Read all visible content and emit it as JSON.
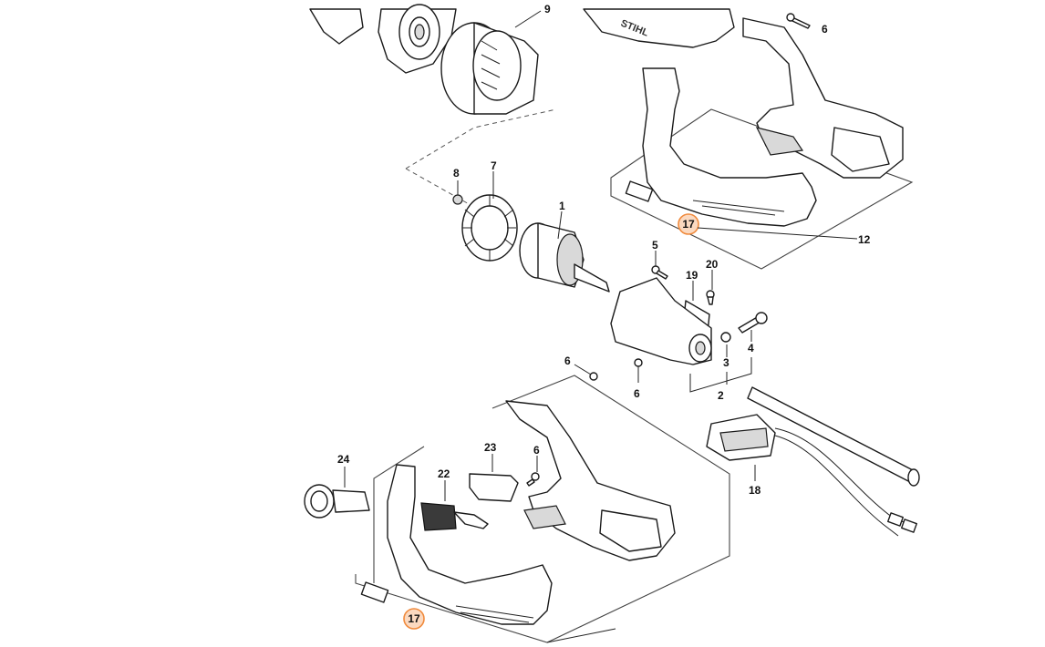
{
  "diagram": {
    "callouts": {
      "c1": "1",
      "c2": "2",
      "c3": "3",
      "c4": "4",
      "c5": "5",
      "c6a": "6",
      "c6b": "6",
      "c6c": "6",
      "c6d": "6",
      "c7": "7",
      "c8": "8",
      "c9": "9",
      "c12": "12",
      "c18": "18",
      "c19": "19",
      "c20": "20",
      "c22": "22",
      "c23": "23",
      "c24": "24"
    },
    "highlighted": {
      "top": "17",
      "bottom": "17",
      "color": "#f08a3c"
    },
    "logo_text": "STIHL"
  }
}
